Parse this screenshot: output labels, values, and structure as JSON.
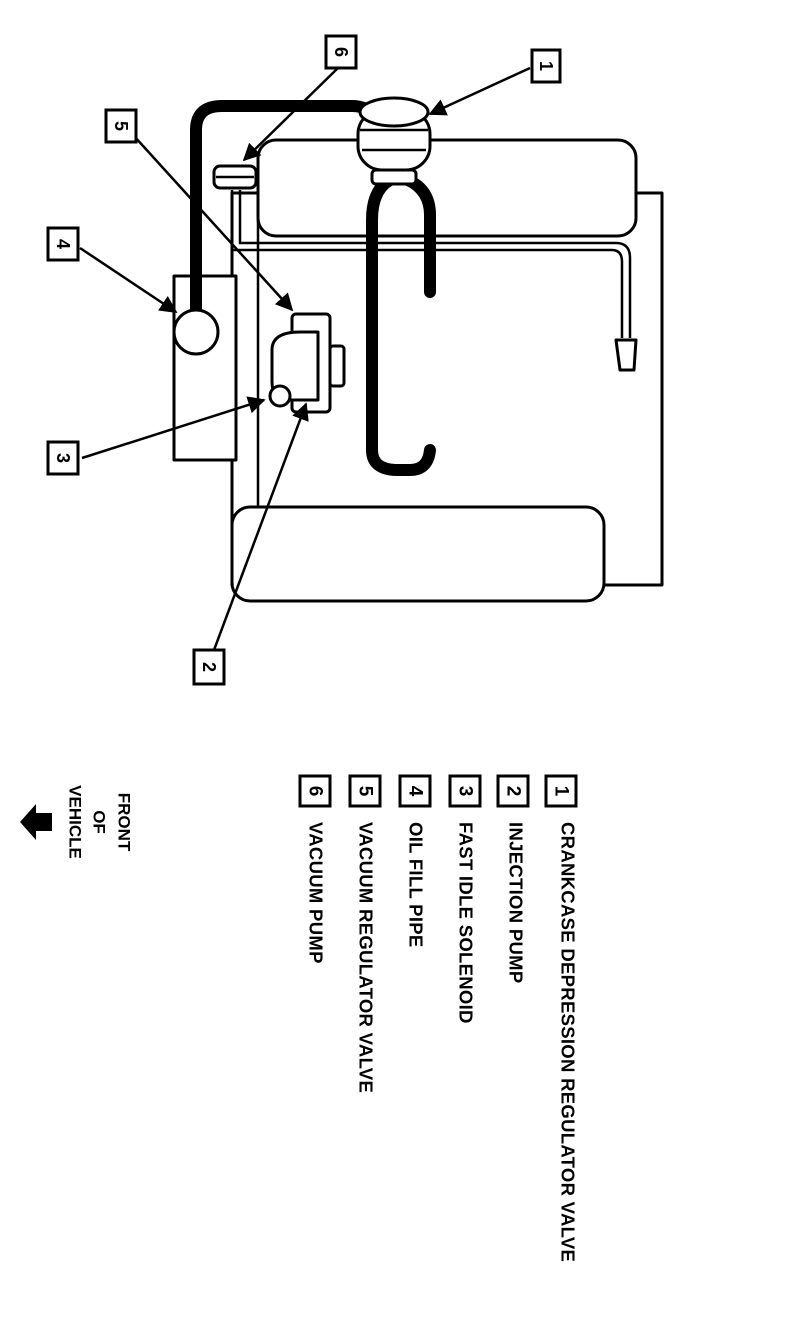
{
  "callouts": [
    {
      "num": "1",
      "label": "CRANKCASE DEPRESSION REGULATOR VALVE"
    },
    {
      "num": "2",
      "label": "INJECTION PUMP"
    },
    {
      "num": "3",
      "label": "FAST IDLE SOLENOID"
    },
    {
      "num": "4",
      "label": "OIL FILL PIPE"
    },
    {
      "num": "5",
      "label": "VACUUM REGULATOR VALVE"
    },
    {
      "num": "6",
      "label": "VACUUM PUMP"
    }
  ],
  "front_indicator": {
    "line1": "FRONT",
    "line2": "OF",
    "line3": "VEHICLE",
    "icon": "arrow-left-icon"
  }
}
